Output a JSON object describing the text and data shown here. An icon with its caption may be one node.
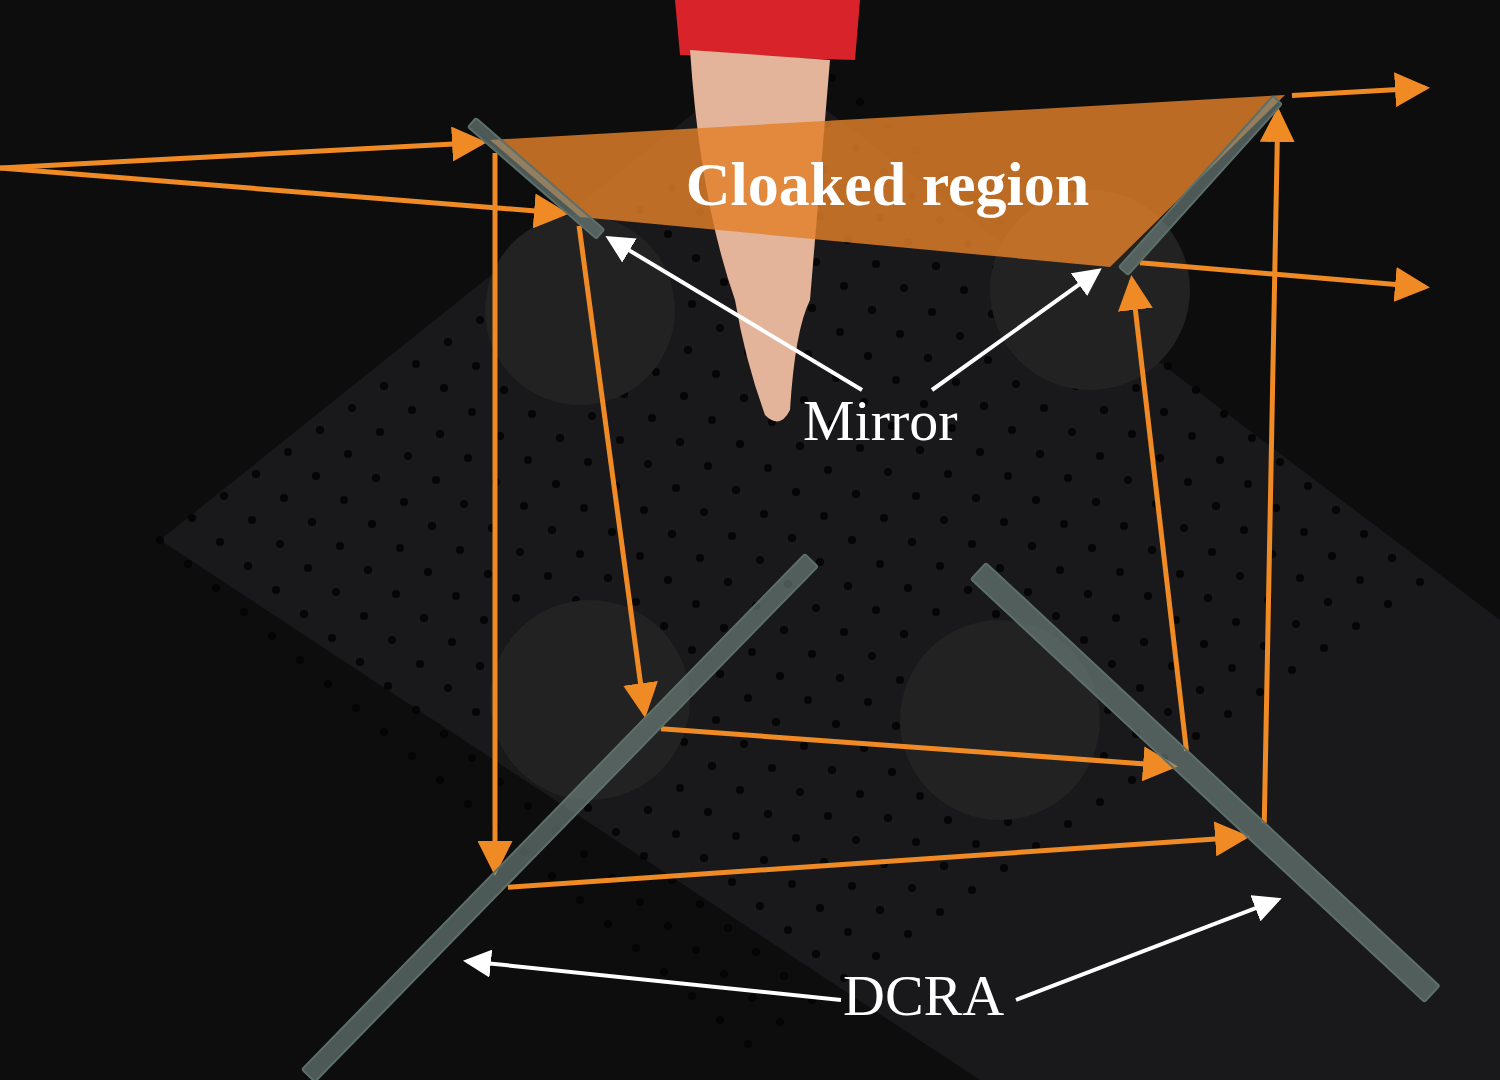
{
  "diagram": {
    "nodes": [
      {
        "text": [
          "Cloaked region"
        ]
      },
      {
        "text": [
          "Mirror"
        ]
      },
      {
        "text": [],
        "shape": "bar"
      },
      {
        "text": [],
        "shape": "bar",
        "in": 0
      },
      {
        "text": [
          "DCRA"
        ]
      },
      {
        "text": [],
        "shape": "bar"
      },
      {
        "text": [],
        "shape": "bar"
      }
    ],
    "edges": [
      {
        "from": 1,
        "to": 2,
        "arrow": "to",
        "color": "#ffffff"
      },
      {
        "from": 1,
        "to": 3,
        "arrow": "to",
        "color": "#ffffff"
      },
      {
        "from": 4,
        "to": 5,
        "arrow": "to",
        "color": "#ffffff"
      },
      {
        "from": 4,
        "to": 6,
        "arrow": "to",
        "color": "#ffffff"
      },
      {
        "from": null,
        "to": 2,
        "arrow": "to"
      },
      {
        "from": null,
        "to": 2,
        "arrow": "to"
      },
      {
        "from": 2,
        "to": 5,
        "arrow": "to"
      },
      {
        "from": 2,
        "to": 5,
        "arrow": "to"
      },
      {
        "from": 5,
        "to": 6,
        "arrow": "to"
      },
      {
        "from": 5,
        "to": 6,
        "arrow": "to"
      },
      {
        "from": 6,
        "to": 3,
        "arrow": "to"
      },
      {
        "from": 6,
        "to": 3,
        "arrow": "to"
      },
      {
        "from": 3,
        "to": null,
        "arrow": "to"
      },
      {
        "from": 3,
        "to": null,
        "arrow": "to"
      }
    ]
  }
}
